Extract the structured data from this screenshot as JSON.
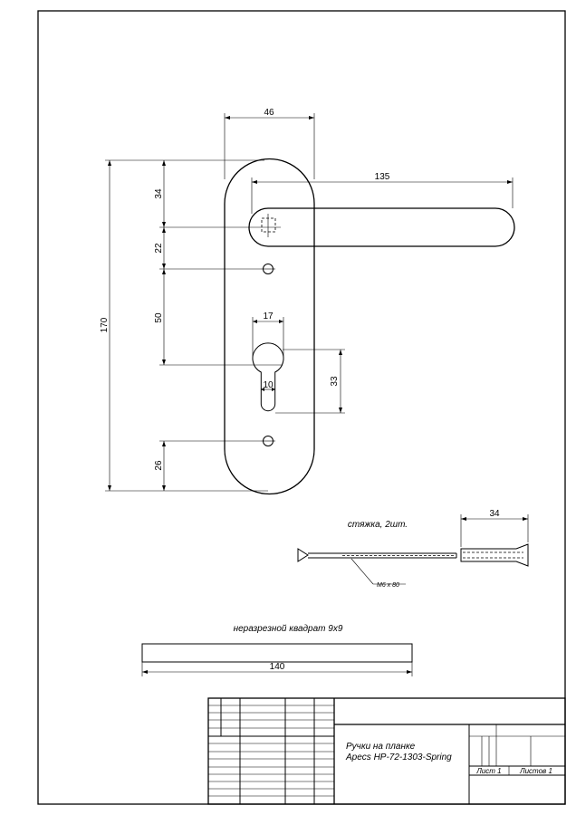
{
  "dimensions": {
    "d46": "46",
    "d135": "135",
    "d34": "34",
    "d22": "22",
    "d50": "50",
    "d17": "17",
    "d170": "170",
    "d10": "10",
    "d33": "33",
    "d26": "26",
    "d34_bolt": "34",
    "d140": "140"
  },
  "labels": {
    "bolt_caption": "стяжка, 2шт.",
    "bolt_spec": "M6 x 80",
    "square_caption": "неразрезной квадрат 9х9"
  },
  "title_block": {
    "title_line1": "Ручки на планке",
    "title_line2": "Apecs HP-72-1303-Spring",
    "sheet": "Лист 1",
    "sheets": "Листов 1"
  }
}
